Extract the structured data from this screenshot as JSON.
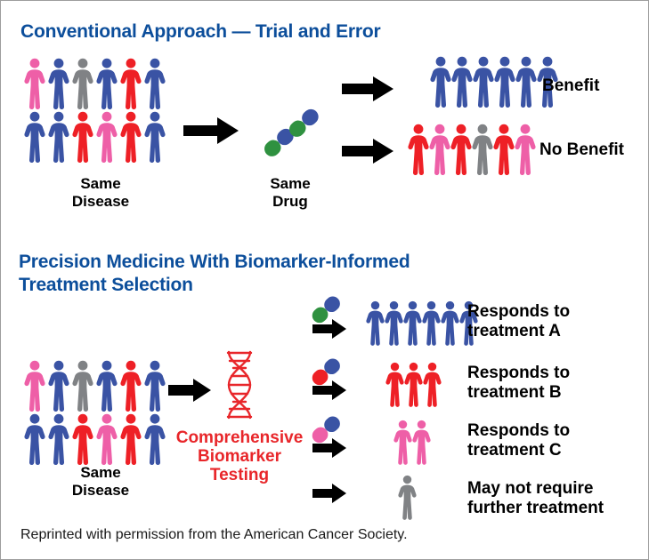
{
  "colors": {
    "title_blue": "#0c4e9b",
    "person_blue": "#3a53a4",
    "person_red": "#ee2026",
    "person_pink": "#ee5fa7",
    "person_gray": "#808285",
    "capsule_green": "#2f9140",
    "capsule_blue": "#3a53a4",
    "accent_red": "#e8262a",
    "arrow_black": "#000000",
    "border_gray": "#9d9d9d"
  },
  "sections": {
    "conventional": {
      "title": "Conventional Approach — Trial and Error",
      "patient_group": {
        "caption": "Same\nDisease",
        "row1": [
          "pink",
          "blue",
          "gray",
          "blue",
          "red",
          "blue"
        ],
        "row2": [
          "blue",
          "blue",
          "red",
          "pink",
          "red",
          "blue"
        ]
      },
      "drug": {
        "caption": "Same\nDrug",
        "capsules": [
          {
            "left_color": "green",
            "right_color": "blue"
          },
          {
            "left_color": "green",
            "right_color": "blue"
          }
        ]
      },
      "outcomes": [
        {
          "label": "Benefit",
          "people": [
            "blue",
            "blue",
            "blue",
            "blue",
            "blue",
            "blue"
          ]
        },
        {
          "label": "No Benefit",
          "people": [
            "red",
            "pink",
            "red",
            "gray",
            "red",
            "pink"
          ]
        }
      ]
    },
    "precision": {
      "title": "Precision Medicine With Biomarker-Informed\nTreatment Selection",
      "patient_group": {
        "caption": "Same\nDisease",
        "row1": [
          "pink",
          "blue",
          "gray",
          "blue",
          "red",
          "blue"
        ],
        "row2": [
          "blue",
          "blue",
          "red",
          "pink",
          "red",
          "blue"
        ]
      },
      "testing": {
        "label": "Comprehensive\nBiomarker\nTesting",
        "icon": "dna-helix-icon"
      },
      "outcomes": [
        {
          "capsule": {
            "left_color": "green",
            "right_color": "blue"
          },
          "people": [
            "blue",
            "blue",
            "blue",
            "blue",
            "blue",
            "blue"
          ],
          "label": "Responds to\ntreatment A"
        },
        {
          "capsule": {
            "left_color": "red",
            "right_color": "blue"
          },
          "people": [
            "red",
            "red",
            "red"
          ],
          "label": "Responds to\ntreatment B"
        },
        {
          "capsule": {
            "left_color": "pink",
            "right_color": "blue"
          },
          "people": [
            "pink",
            "pink"
          ],
          "label": "Responds to\ntreatment C"
        },
        {
          "capsule": null,
          "people": [
            "gray"
          ],
          "label": "May not require\nfurther treatment"
        }
      ]
    }
  },
  "footer": {
    "credit": "Reprinted with permission from the American Cancer Society."
  }
}
